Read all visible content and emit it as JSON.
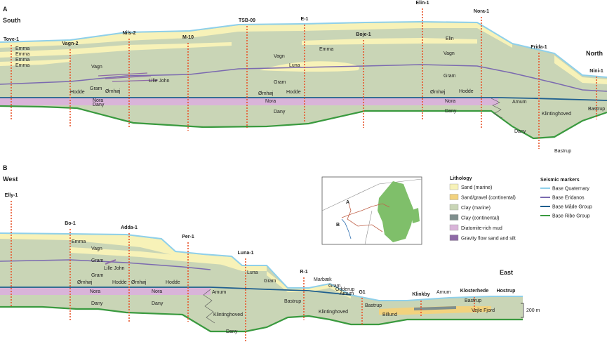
{
  "panel_a": {
    "letter": "A",
    "dir_left": "South",
    "dir_right": "North",
    "wells": [
      "Tove-1",
      "Vagn-2",
      "Nils-2",
      "M-10",
      "TSB-09",
      "E-1",
      "Boje-1",
      "Elin-1",
      "Nora-1",
      "Frida-1",
      "Nini-1"
    ],
    "units": {
      "emma": "Emma",
      "vagn": "Vagn",
      "elin": "Elin",
      "luna": "Luna",
      "gram": "Gram",
      "hodde": "Hodde",
      "ornhoj": "Ørnhøj",
      "nora": "Nora",
      "dany": "Dany",
      "lille_john": "Lille John",
      "arnum": "Arnum",
      "klintinghoved": "Klintinghoved",
      "bastrup": "Bastrup"
    }
  },
  "panel_b": {
    "letter": "B",
    "dir_left": "West",
    "dir_right": "East",
    "wells": [
      "Elly-1",
      "Bo-1",
      "Adda-1",
      "Per-1",
      "Luna-1",
      "R-1",
      "G1",
      "Klinkby",
      "Klosterhede",
      "Hostrup"
    ],
    "units": {
      "emma": "Emma",
      "vagn": "Vagn",
      "gram": "Gram",
      "lille_john": "Lille John",
      "ornhoj": "Ørnhøj",
      "hodde": "Hodde",
      "nora": "Nora",
      "dany": "Dany",
      "amum": "Amum",
      "klintinghoved": "Klintinghoved",
      "luna": "Luna",
      "bastrup": "Bastrup",
      "marbaek": "Marbæk",
      "odderup": "Odderup",
      "billund": "Billund",
      "arnum": "Arnum",
      "vejle_fjord": "Vejle Fjord"
    },
    "scale": "200 m"
  },
  "map": {
    "label_a": "A",
    "label_b": "B"
  },
  "legend": {
    "lithology_title": "Lithology",
    "lithology": [
      {
        "label": "Sand (marine)",
        "color": "#f7f2b8"
      },
      {
        "label": "Sand/gravel (continental)",
        "color": "#f2d27e"
      },
      {
        "label": "Clay (marine)",
        "color": "#c9d5b6"
      },
      {
        "label": "Clay (continental)",
        "color": "#7f8f8e"
      },
      {
        "label": "Diatomite-rich mud",
        "color": "#d9b4d9"
      },
      {
        "label": "Gravity flow sand and silt",
        "color": "#8e6aa6"
      }
    ],
    "markers_title": "Seismic markers",
    "markers": [
      {
        "label": "Base Quaternary",
        "color": "#8fd0ea"
      },
      {
        "label": "Base Eridanos",
        "color": "#7b6ab0"
      },
      {
        "label": "Base Mâde Group",
        "color": "#1f5f8f"
      },
      {
        "label": "Base Ribe Group",
        "color": "#3a9a3f"
      }
    ]
  },
  "colors": {
    "clay": "#c9d5b6",
    "sand": "#f7f2b8",
    "diatomite": "#d9b4d9",
    "quaternary": "#8fd0ea",
    "eridanos": "#7b6ab0",
    "made": "#1f5f8f",
    "ribe": "#3a9a3f",
    "well": "#e8542a"
  }
}
